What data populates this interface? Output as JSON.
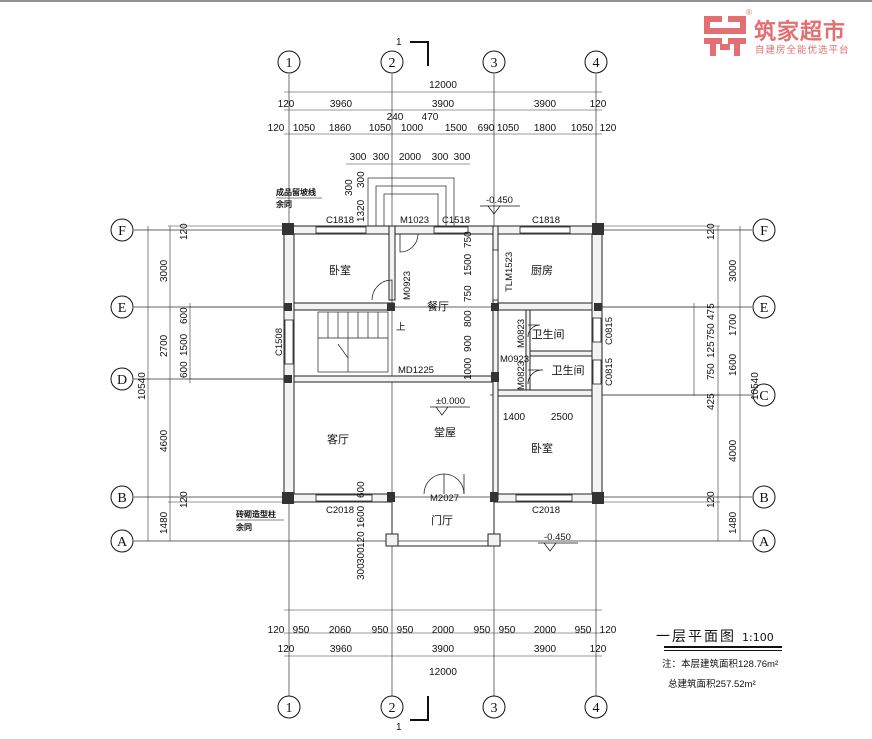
{
  "logo": {
    "name": "筑家超市",
    "slogan": "自建房全能优选平台",
    "registered": "®"
  },
  "title": {
    "main": "一层平面图",
    "scale": "1:100"
  },
  "notes": {
    "floor_area": "注：本层建筑面积128.76m²",
    "total_area": "总建筑面积257.52m²"
  },
  "axes": {
    "vertical": [
      "1",
      "2",
      "3",
      "4"
    ],
    "horizontal": [
      "F",
      "E",
      "D",
      "C",
      "B",
      "A"
    ]
  },
  "section_mark": "1",
  "levels": {
    "ground": "±0.000",
    "outside_top": "-0.450",
    "outside_bottom": "-0.450"
  },
  "rooms": {
    "bedroom_nw": "卧室",
    "kitchen": "厨房",
    "dining": "餐厅",
    "bath1": "卫生间",
    "bath2": "卫生间",
    "living": "客厅",
    "hall": "堂屋",
    "bedroom_se": "卧室",
    "porch": "门厅",
    "stair_up": "上"
  },
  "openings": {
    "c1818_left": "C1818",
    "m1023": "M1023",
    "c1518_top": "C1518",
    "c1818_right": "C1818",
    "m0923_a": "M0923",
    "tlm1523": "TLM1523",
    "c1508": "C1508",
    "md1225": "MD1225",
    "m0823_a": "M0823",
    "m0923_b": "M0923",
    "m0823_b": "M0823",
    "c0815_a": "C0815",
    "c0815_b": "C0815",
    "m2027": "M2027",
    "c2018_left": "C2018",
    "c2018_right": "C2018"
  },
  "notes_small": {
    "top": [
      "成品留坡线",
      "余同"
    ],
    "bottom": [
      "砖砌造型柱",
      "余同"
    ]
  },
  "dims": {
    "top_total": "12000",
    "top_row1": [
      "120",
      "3960",
      "3900",
      "3900",
      "120"
    ],
    "top_row2": [
      "120",
      "1050",
      "1860",
      "1050",
      "1000",
      "1500",
      "690",
      "1050",
      "1800",
      "1050",
      "120"
    ],
    "top_extra": [
      "240",
      "470"
    ],
    "top_row3": [
      "300",
      "300",
      "2000",
      "300",
      "300"
    ],
    "top_step": [
      "300",
      "300",
      "1320"
    ],
    "bottom_row1": [
      "120",
      "950",
      "2060",
      "950",
      "950",
      "2000",
      "950",
      "950",
      "2000",
      "950",
      "120"
    ],
    "bottom_row2": [
      "120",
      "3960",
      "3900",
      "3900",
      "120"
    ],
    "bottom_total": "12000",
    "left_outer": [
      "3000",
      "2700",
      "4600",
      "1480"
    ],
    "left_total": "10540",
    "left_inner": [
      "600",
      "1500",
      "600",
      "120",
      "120"
    ],
    "right_outer": [
      "3000",
      "1700",
      "1600",
      "4000",
      "1480"
    ],
    "right_total": "10540",
    "right_inner": [
      "120",
      "475",
      "750",
      "125",
      "750",
      "425",
      "120"
    ],
    "interior": [
      "750",
      "1500",
      "750",
      "800",
      "900",
      "1000",
      "1400",
      "2500",
      "600",
      "1600",
      "120",
      "300",
      "300"
    ]
  }
}
